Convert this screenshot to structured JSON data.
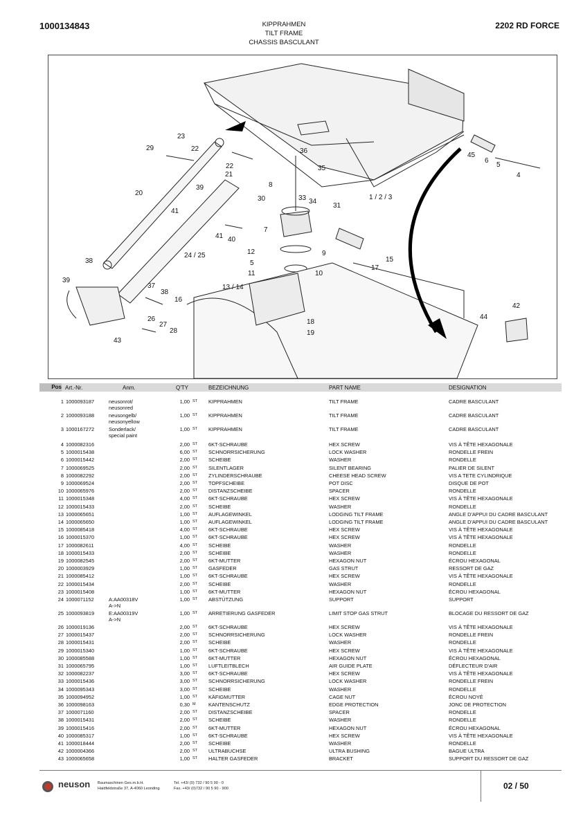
{
  "header": {
    "doc_number": "1000134843",
    "model": "2202 RD FORCE",
    "title_de": "KIPPRAHMEN",
    "title_en": "TILT FRAME",
    "title_fr": "CHASSIS BASCULANT"
  },
  "figure": {
    "callouts": [
      "23",
      "29",
      "22",
      "21",
      "22",
      "20",
      "39",
      "41",
      "30",
      "36",
      "35",
      "8",
      "33",
      "34",
      "31",
      "1 / 2 / 3",
      "45",
      "6",
      "5",
      "4",
      "7",
      "40",
      "41",
      "12",
      "9",
      "5",
      "11",
      "10",
      "17",
      "15",
      "24 / 25",
      "38",
      "39",
      "37",
      "38",
      "16",
      "13 / 14",
      "18",
      "19",
      "42",
      "44",
      "26",
      "27",
      "28",
      "43"
    ]
  },
  "table": {
    "headers": {
      "pos": "Pos",
      "art": "Art.-Nr.",
      "anm": "Anm.",
      "qty": "Q'TY",
      "bez": "BEZEICHNUNG",
      "part": "PART NAME",
      "des": "DESIGNATION"
    },
    "rows": [
      {
        "pos": "1",
        "art": "1000093187",
        "anm": "neusonrot/\nneusonred",
        "qty": "1,00",
        "unit": "ST",
        "bez": "KIPPRAHMEN",
        "part": "TILT FRAME",
        "des": "CADRE BASCULANT"
      },
      {
        "pos": "2",
        "art": "1000093188",
        "anm": "neusongelb/\nneusonyellow",
        "qty": "1,00",
        "unit": "ST",
        "bez": "KIPPRAHMEN",
        "part": "TILT FRAME",
        "des": "CADRE BASCULANT"
      },
      {
        "pos": "3",
        "art": "1000167272",
        "anm": "Sonderlack/\nspecial paint",
        "qty": "1,00",
        "unit": "ST",
        "bez": "KIPPRAHMEN",
        "part": "TILT FRAME",
        "des": "CADRE BASCULANT"
      },
      {
        "pos": "4",
        "art": "1000082316",
        "anm": "",
        "qty": "2,00",
        "unit": "ST",
        "bez": "6KT-SCHRAUBE",
        "part": "HEX SCREW",
        "des": "VIS À TÊTE HEXAGONALE"
      },
      {
        "pos": "5",
        "art": "1000015438",
        "anm": "",
        "qty": "6,00",
        "unit": "ST",
        "bez": "SCHNORRSICHERUNG",
        "part": "LOCK WASHER",
        "des": "RONDELLE FREIN"
      },
      {
        "pos": "6",
        "art": "1000015442",
        "anm": "",
        "qty": "2,00",
        "unit": "ST",
        "bez": "SCHEIBE",
        "part": "WASHER",
        "des": "RONDELLE"
      },
      {
        "pos": "7",
        "art": "1000069525",
        "anm": "",
        "qty": "2,00",
        "unit": "ST",
        "bez": "SILENTLAGER",
        "part": "SILENT BEARING",
        "des": "PALIER DE SILENT"
      },
      {
        "pos": "8",
        "art": "1000082292",
        "anm": "",
        "qty": "2,00",
        "unit": "ST",
        "bez": "ZYLINDERSCHRAUBE",
        "part": "CHEESE HEAD SCREW",
        "des": "VIS A TETE CYLINDRIQUE"
      },
      {
        "pos": "9",
        "art": "1000069524",
        "anm": "",
        "qty": "2,00",
        "unit": "ST",
        "bez": "TOPFSCHEIBE",
        "part": "POT DISC",
        "des": "DISQUE DE POT"
      },
      {
        "pos": "10",
        "art": "1000065976",
        "anm": "",
        "qty": "2,00",
        "unit": "ST",
        "bez": "DISTANZSCHEIBE",
        "part": "SPACER",
        "des": "RONDELLE"
      },
      {
        "pos": "11",
        "art": "1000015348",
        "anm": "",
        "qty": "4,00",
        "unit": "ST",
        "bez": "6KT-SCHRAUBE",
        "part": "HEX SCREW",
        "des": "VIS À TÊTE HEXAGONALE"
      },
      {
        "pos": "12",
        "art": "1000015433",
        "anm": "",
        "qty": "2,00",
        "unit": "ST",
        "bez": "SCHEIBE",
        "part": "WASHER",
        "des": "RONDELLE"
      },
      {
        "pos": "13",
        "art": "1000065651",
        "anm": "",
        "qty": "1,00",
        "unit": "ST",
        "bez": "AUFLAGEWINKEL",
        "part": "LODGING TILT FRAME",
        "des": "ANGLE D'APPUI DU CADRE BASCULANT"
      },
      {
        "pos": "14",
        "art": "1000065650",
        "anm": "",
        "qty": "1,00",
        "unit": "ST",
        "bez": "AUFLAGEWINKEL",
        "part": "LODGING TILT FRAME",
        "des": "ANGLE D'APPUI DU CADRE BASCULANT"
      },
      {
        "pos": "15",
        "art": "1000085418",
        "anm": "",
        "qty": "4,00",
        "unit": "ST",
        "bez": "6KT-SCHRAUBE",
        "part": "HEX SCREW",
        "des": "VIS À TÊTE HEXAGONALE"
      },
      {
        "pos": "16",
        "art": "1000015370",
        "anm": "",
        "qty": "1,00",
        "unit": "ST",
        "bez": "6KT-SCHRAUBE",
        "part": "HEX SCREW",
        "des": "VIS À TÊTE HEXAGONALE"
      },
      {
        "pos": "17",
        "art": "1000082611",
        "anm": "",
        "qty": "4,00",
        "unit": "ST",
        "bez": "SCHEIBE",
        "part": "WASHER",
        "des": "RONDELLE"
      },
      {
        "pos": "18",
        "art": "1000015433",
        "anm": "",
        "qty": "2,00",
        "unit": "ST",
        "bez": "SCHEIBE",
        "part": "WASHER",
        "des": "RONDELLE"
      },
      {
        "pos": "19",
        "art": "1000082545",
        "anm": "",
        "qty": "2,00",
        "unit": "ST",
        "bez": "6KT-MUTTER",
        "part": "HEXAGON NUT",
        "des": "ÉCROU HEXAGONAL"
      },
      {
        "pos": "20",
        "art": "1000003929",
        "anm": "",
        "qty": "1,00",
        "unit": "ST",
        "bez": "GASFEDER",
        "part": "GAS STRUT",
        "des": "RESSORT DE GAZ"
      },
      {
        "pos": "21",
        "art": "1000085412",
        "anm": "",
        "qty": "1,00",
        "unit": "ST",
        "bez": "6KT-SCHRAUBE",
        "part": "HEX SCREW",
        "des": "VIS À TÊTE HEXAGONALE"
      },
      {
        "pos": "22",
        "art": "1000015434",
        "anm": "",
        "qty": "2,00",
        "unit": "ST",
        "bez": "SCHEIBE",
        "part": "WASHER",
        "des": "RONDELLE"
      },
      {
        "pos": "23",
        "art": "1000015408",
        "anm": "",
        "qty": "1,00",
        "unit": "ST",
        "bez": "6KT-MUTTER",
        "part": "HEXAGON NUT",
        "des": "ÉCROU HEXAGONAL"
      },
      {
        "pos": "24",
        "art": "1000071152",
        "anm": "A:AA00318V\nA->N",
        "qty": "1,00",
        "unit": "ST",
        "bez": "ABSTÜTZUNG",
        "part": "SUPPORT",
        "des": "SUPPORT"
      },
      {
        "pos": "25",
        "art": "1000093819",
        "anm": "E:AA00319V\nA->N",
        "qty": "1,00",
        "unit": "ST",
        "bez": "ARRETIERUNG GASFEDER",
        "part": "LIMIT STOP GAS STRUT",
        "des": "BLOCAGE DU RESSORT DE GAZ"
      },
      {
        "pos": "26",
        "art": "1000019136",
        "anm": "",
        "qty": "2,00",
        "unit": "ST",
        "bez": "6KT-SCHRAUBE",
        "part": "HEX SCREW",
        "des": "VIS À TÊTE HEXAGONALE"
      },
      {
        "pos": "27",
        "art": "1000015437",
        "anm": "",
        "qty": "2,00",
        "unit": "ST",
        "bez": "SCHNORRSICHERUNG",
        "part": "LOCK WASHER",
        "des": "RONDELLE FREIN"
      },
      {
        "pos": "28",
        "art": "1000015431",
        "anm": "",
        "qty": "2,00",
        "unit": "ST",
        "bez": "SCHEIBE",
        "part": "WASHER",
        "des": "RONDELLE"
      },
      {
        "pos": "29",
        "art": "1000015340",
        "anm": "",
        "qty": "1,00",
        "unit": "ST",
        "bez": "6KT-SCHRAUBE",
        "part": "HEX SCREW",
        "des": "VIS À TÊTE HEXAGONALE"
      },
      {
        "pos": "30",
        "art": "1000085588",
        "anm": "",
        "qty": "1,00",
        "unit": "ST",
        "bez": "6KT-MUTTER",
        "part": "HEXAGON NUT",
        "des": "ÉCROU HEXAGONAL"
      },
      {
        "pos": "31",
        "art": "1000065795",
        "anm": "",
        "qty": "1,00",
        "unit": "ST",
        "bez": "LUFTLEITBLECH",
        "part": "AIR GUIDE PLATE",
        "des": "DÉFLECTEUR D'AIR"
      },
      {
        "pos": "32",
        "art": "1000082237",
        "anm": "",
        "qty": "3,00",
        "unit": "ST",
        "bez": "6KT-SCHRAUBE",
        "part": "HEX SCREW",
        "des": "VIS À TÊTE HEXAGONALE"
      },
      {
        "pos": "33",
        "art": "1000015436",
        "anm": "",
        "qty": "3,00",
        "unit": "ST",
        "bez": "SCHNORRSICHERUNG",
        "part": "LOCK WASHER",
        "des": "RONDELLE FREIN"
      },
      {
        "pos": "34",
        "art": "1000095343",
        "anm": "",
        "qty": "3,00",
        "unit": "ST",
        "bez": "SCHEIBE",
        "part": "WASHER",
        "des": "RONDELLE"
      },
      {
        "pos": "35",
        "art": "1000094952",
        "anm": "",
        "qty": "1,00",
        "unit": "ST",
        "bez": "KÄFIGMUTTER",
        "part": "CAGE NUT",
        "des": "ÉCROU NOYÉ"
      },
      {
        "pos": "36",
        "art": "1000098163",
        "anm": "",
        "qty": "0,30",
        "unit": "M",
        "bez": "KANTENSCHUTZ",
        "part": "EDGE PROTECTION",
        "des": "JONC DE PROTECTION"
      },
      {
        "pos": "37",
        "art": "1000071160",
        "anm": "",
        "qty": "2,00",
        "unit": "ST",
        "bez": "DISTANZSCHEIBE",
        "part": "SPACER",
        "des": "RONDELLE"
      },
      {
        "pos": "38",
        "art": "1000015431",
        "anm": "",
        "qty": "2,00",
        "unit": "ST",
        "bez": "SCHEIBE",
        "part": "WASHER",
        "des": "RONDELLE"
      },
      {
        "pos": "39",
        "art": "1000015416",
        "anm": "",
        "qty": "2,00",
        "unit": "ST",
        "bez": "6KT-MUTTER",
        "part": "HEXAGON NUT",
        "des": "ÉCROU HEXAGONAL"
      },
      {
        "pos": "40",
        "art": "1000085317",
        "anm": "",
        "qty": "1,00",
        "unit": "ST",
        "bez": "6KT-SCHRAUBE",
        "part": "HEX SCREW",
        "des": "VIS À TÊTE HEXAGONALE"
      },
      {
        "pos": "41",
        "art": "1000018444",
        "anm": "",
        "qty": "2,00",
        "unit": "ST",
        "bez": "SCHEIBE",
        "part": "WASHER",
        "des": "RONDELLE"
      },
      {
        "pos": "42",
        "art": "1000004366",
        "anm": "",
        "qty": "2,00",
        "unit": "ST",
        "bez": "ULTRABUCHSE",
        "part": "ULTRA BUSHING",
        "des": "BAGUE ULTRA"
      },
      {
        "pos": "43",
        "art": "1000065658",
        "anm": "",
        "qty": "1,00",
        "unit": "ST",
        "bez": "HALTER GASFEDER",
        "part": "BRACKET",
        "des": "SUPPORT DU RESSORT DE GAZ"
      }
    ]
  },
  "footer": {
    "brand": "neuson",
    "company_line1": "Baumaschinen Ges.m.b.H.",
    "company_line2": "Haidfeldstraße 37, A-4060 Leonding",
    "tel": "Tel. +43/ (0) 732 / 90 5 90 - 0",
    "fax": "Fax. +43/ (0)732 / 90 5 90 - 900",
    "page": "02 / 50",
    "logo_color": "#c0392b"
  }
}
